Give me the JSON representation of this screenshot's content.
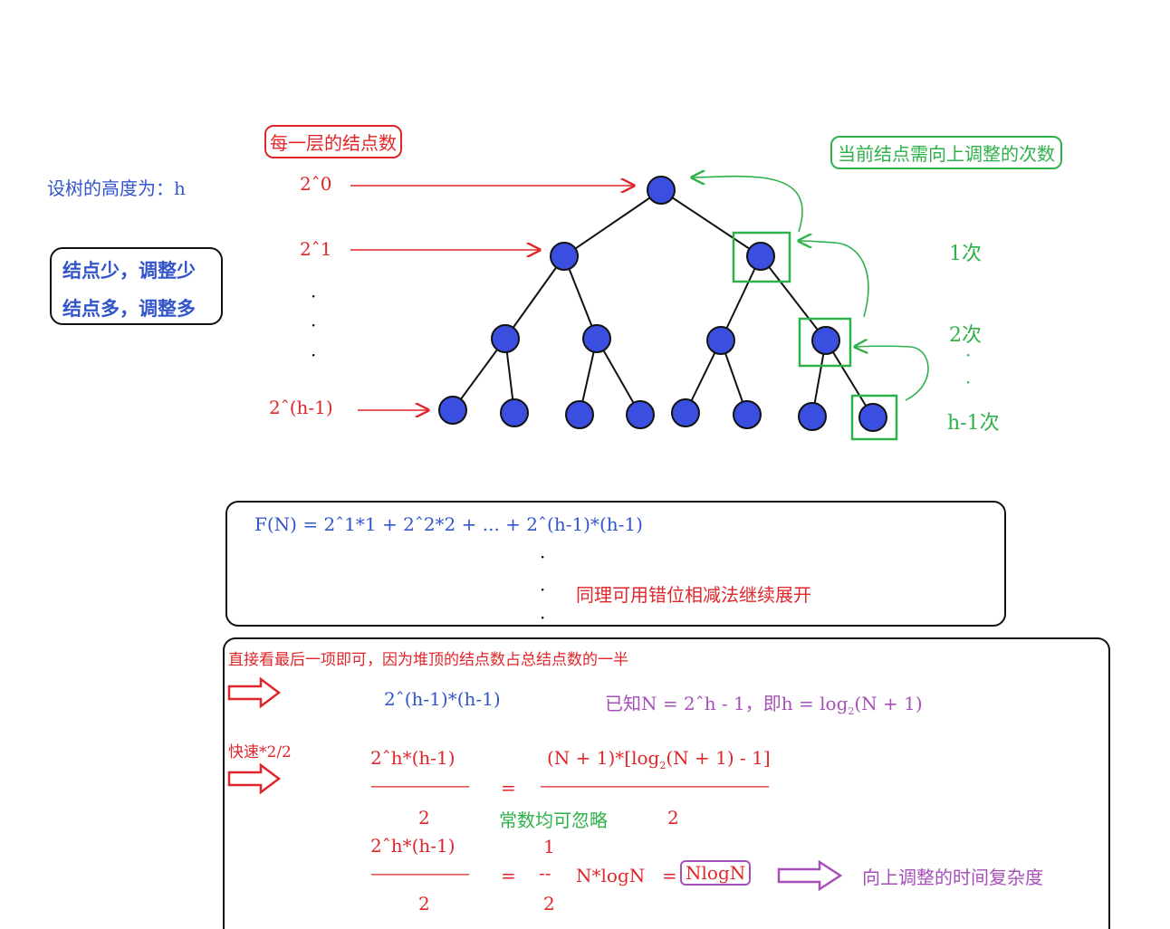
{
  "labels": {
    "per_level": "每一层的结点数",
    "adjust_times": "当前结点需向上调整的次数",
    "tree_height": "设树的高度为：h",
    "note_line1": "结点少，调整少",
    "note_line2": "结点多，调整多",
    "level0": "2ˆ0",
    "level1": "2ˆ1",
    "levelh": "2ˆ(h-1)",
    "vdots": "·",
    "times1": "1次",
    "times2": "2次",
    "timesh": "h-1次"
  },
  "formula_box": {
    "fn": "F(N) = 2ˆ1*1 + 2ˆ2*2 + ... + 2ˆ(h-1)*(h-1)",
    "hint": "同理可用错位相减法继续展开"
  },
  "derivation": {
    "intro": "直接看最后一项即可，因为堆顶的结点数占总结点数的一半",
    "last_term": "2ˆ(h-1)*(h-1)",
    "known_prefix": "已知N = 2ˆh - 1，即h = log",
    "known_sub": "2",
    "known_suffix": "(N + 1)",
    "quick": "快速*2/2",
    "num1": "2ˆh*(h-1)",
    "rhs_prefix": "(N + 1)*[log",
    "rhs_sub": "2",
    "rhs_suffix": "(N + 1) - 1]",
    "dashes_left": "——————",
    "eq": "=",
    "dashes_right": "——————————————",
    "den1": "2",
    "const_note": "常数均可忽略",
    "den2": "2",
    "num2": "2ˆh*(h-1)",
    "one": "1",
    "dashes_left2": "——————",
    "eq2": "=",
    "short_dash": "--",
    "nlogn_expr": "N*logN",
    "eq3": "=",
    "nlogn": "NlogN",
    "conclusion": "向上调整的时间复杂度",
    "den3": "2",
    "den4": "2"
  },
  "colors": {
    "red": "#e0262a",
    "blue": "#3355cc",
    "green": "#2fb14a",
    "purple": "#a64fb8",
    "node_fill": "#3a4fe0"
  }
}
